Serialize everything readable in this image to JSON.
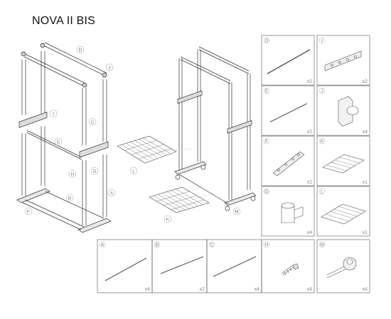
{
  "title": "NOVA II BIS",
  "parts": [
    {
      "letter": "D",
      "qty": "x2"
    },
    {
      "letter": "I",
      "qty": "x2"
    },
    {
      "letter": "E",
      "qty": "x2"
    },
    {
      "letter": "J",
      "qty": "x4"
    },
    {
      "letter": "F",
      "qty": "x2"
    },
    {
      "letter": "K",
      "qty": "x1"
    },
    {
      "letter": "G",
      "qty": "x4"
    },
    {
      "letter": "L",
      "qty": "x1"
    },
    {
      "letter": "A",
      "qty": "x4"
    },
    {
      "letter": "B",
      "qty": "x2"
    },
    {
      "letter": "C",
      "qty": "x4"
    },
    {
      "letter": "H",
      "qty": "x4"
    },
    {
      "letter": "M",
      "qty": "x4"
    }
  ],
  "exploded_callouts": [
    "D",
    "J",
    "I",
    "C",
    "E",
    "G",
    "H",
    "A",
    "B",
    "F"
  ],
  "assembled_callouts": [
    "L",
    "K",
    "M"
  ]
}
